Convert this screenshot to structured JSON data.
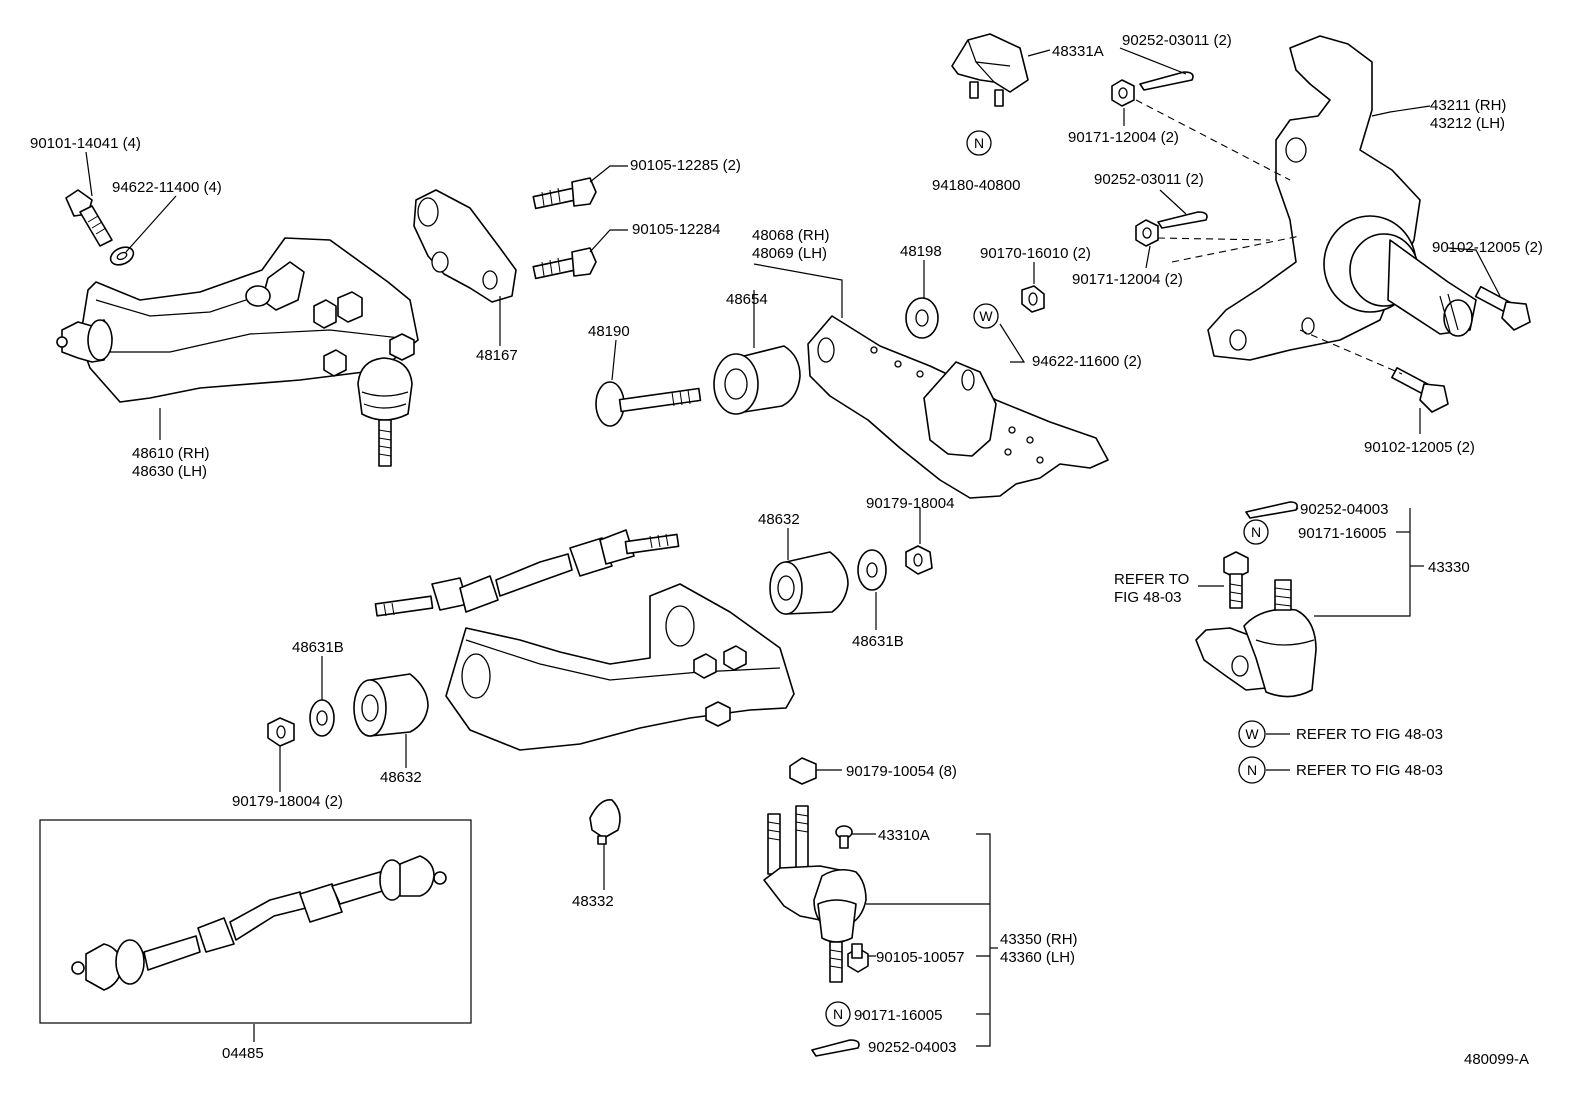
{
  "diagram": {
    "figure_id": "480099-A",
    "callouts": {
      "c90101_14041": "90101-14041 (4)",
      "c94622_11400": "94622-11400 (4)",
      "c48610": "48610 (RH)",
      "c48630": "48630 (LH)",
      "c90105_12285": "90105-12285 (2)",
      "c90105_12284": "90105-12284",
      "c48167": "48167",
      "c48331A": "48331A",
      "c94180_40800": "94180-40800",
      "c90252_03011_top": "90252-03011 (2)",
      "c90171_12004_top": "90171-12004 (2)",
      "c43211": "43211 (RH)",
      "c43212": "43212 (LH)",
      "c90252_03011_mid": "90252-03011 (2)",
      "c90171_12004_mid": "90171-12004 (2)",
      "c90102_12005_right": "90102-12005 (2)",
      "c90102_12005_bottom": "90102-12005 (2)",
      "c48068": "48068 (RH)",
      "c48069": "48069 (LH)",
      "c48654": "48654",
      "c48190": "48190",
      "c48198": "48198",
      "c90170_16010": "90170-16010 (2)",
      "c94622_11600": "94622-11600 (2)",
      "c48632_top": "48632",
      "c90179_18004_top": "90179-18004",
      "c48631B_right": "48631B",
      "c48631B_left": "48631B",
      "c90179_18004_left": "90179-18004 (2)",
      "c48632_left": "48632",
      "c90252_04003_top": "90252-04003",
      "c90171_16005_top": "90171-16005",
      "c43330": "43330",
      "c_refer_to": "REFER TO",
      "c_fig_48_03": "FIG 48-03",
      "legend_w_text": "REFER TO FIG 48-03",
      "legend_n_text": "REFER TO FIG 48-03",
      "c90179_10054": "90179-10054 (8)",
      "c48332": "48332",
      "c43310A": "43310A",
      "c90105_10057": "90105-10057",
      "c43350": "43350 (RH)",
      "c43360": "43360 (LH)",
      "c90171_16005_bottom": "90171-16005",
      "c90252_04003_bottom": "90252-04003",
      "c04485": "04485"
    },
    "symbols": {
      "n": "N",
      "w": "W"
    }
  }
}
